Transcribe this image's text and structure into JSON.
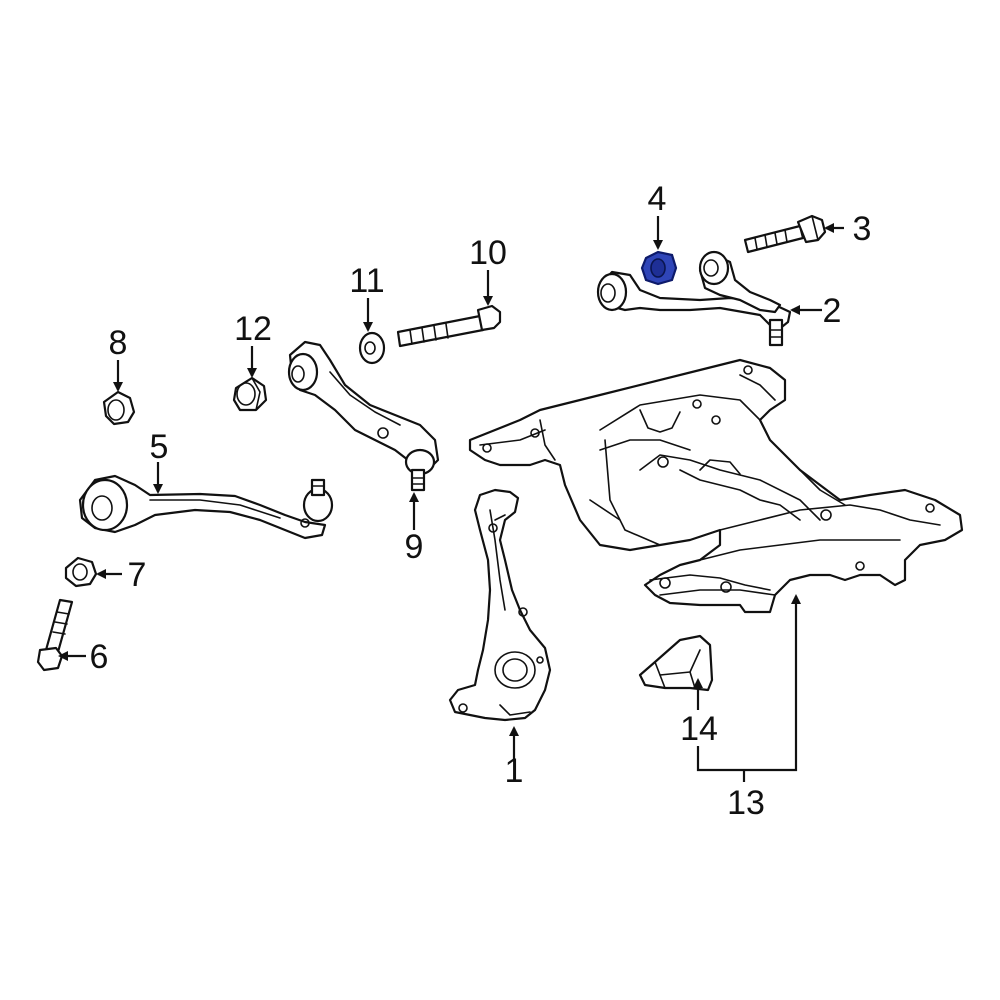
{
  "diagram": {
    "highlight_color": "#2f45b8",
    "line_color": "#111111",
    "highlighted_part": "4",
    "callouts": [
      {
        "id": "1",
        "label": "1"
      },
      {
        "id": "2",
        "label": "2"
      },
      {
        "id": "3",
        "label": "3"
      },
      {
        "id": "4",
        "label": "4"
      },
      {
        "id": "5",
        "label": "5"
      },
      {
        "id": "6",
        "label": "6"
      },
      {
        "id": "7",
        "label": "7"
      },
      {
        "id": "8",
        "label": "8"
      },
      {
        "id": "9",
        "label": "9"
      },
      {
        "id": "10",
        "label": "10"
      },
      {
        "id": "11",
        "label": "11"
      },
      {
        "id": "12",
        "label": "12"
      },
      {
        "id": "13",
        "label": "13"
      },
      {
        "id": "14",
        "label": "14"
      }
    ]
  }
}
